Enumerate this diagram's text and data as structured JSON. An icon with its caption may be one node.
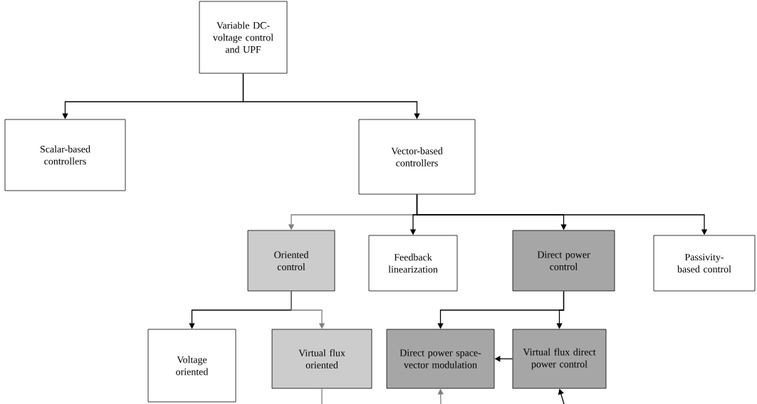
{
  "diagram": {
    "nodes": [
      {
        "text": [
          "Variable DC-voltage control and UPF"
        ]
      },
      {
        "text": [
          "Scalar-based controllers"
        ]
      },
      {
        "text": [
          "Vector-based controllers"
        ]
      },
      {
        "text": [
          "Oriented control"
        ]
      },
      {
        "text": [
          "Feedback linearization"
        ]
      },
      {
        "text": [
          "Direct power control"
        ]
      },
      {
        "text": [
          "Passivity-based control"
        ]
      },
      {
        "text": [
          "Voltage oriented"
        ]
      },
      {
        "text": [
          "Virtual flux oriented"
        ]
      },
      {
        "text": [
          "Direct power space-vector modulation"
        ]
      },
      {
        "text": [
          "Virtual flux direct power control"
        ]
      }
    ],
    "edges": [
      {
        "from": 0,
        "to": 1,
        "arrow": "to"
      },
      {
        "from": 0,
        "to": 2,
        "arrow": "to"
      },
      {
        "from": 2,
        "to": 3,
        "arrow": "to",
        "color": "#7f7f7f"
      },
      {
        "from": 2,
        "to": 4,
        "arrow": "to"
      },
      {
        "from": 2,
        "to": 5,
        "arrow": "to"
      },
      {
        "from": 2,
        "to": 6,
        "arrow": "to"
      },
      {
        "from": 3,
        "to": 7,
        "arrow": "to"
      },
      {
        "from": 3,
        "to": 8,
        "arrow": "to",
        "color": "#7f7f7f"
      },
      {
        "from": 5,
        "to": 9,
        "arrow": "to"
      },
      {
        "from": 5,
        "to": 10,
        "arrow": "to"
      },
      {
        "from": 10,
        "to": 9,
        "arrow": "to"
      },
      {
        "from": 8,
        "to": null,
        "arrow": "none",
        "color": "#7f7f7f"
      },
      {
        "from": null,
        "to": 9,
        "arrow": "to",
        "color": "#7f7f7f"
      },
      {
        "from": null,
        "to": 10,
        "arrow": "to"
      }
    ]
  }
}
